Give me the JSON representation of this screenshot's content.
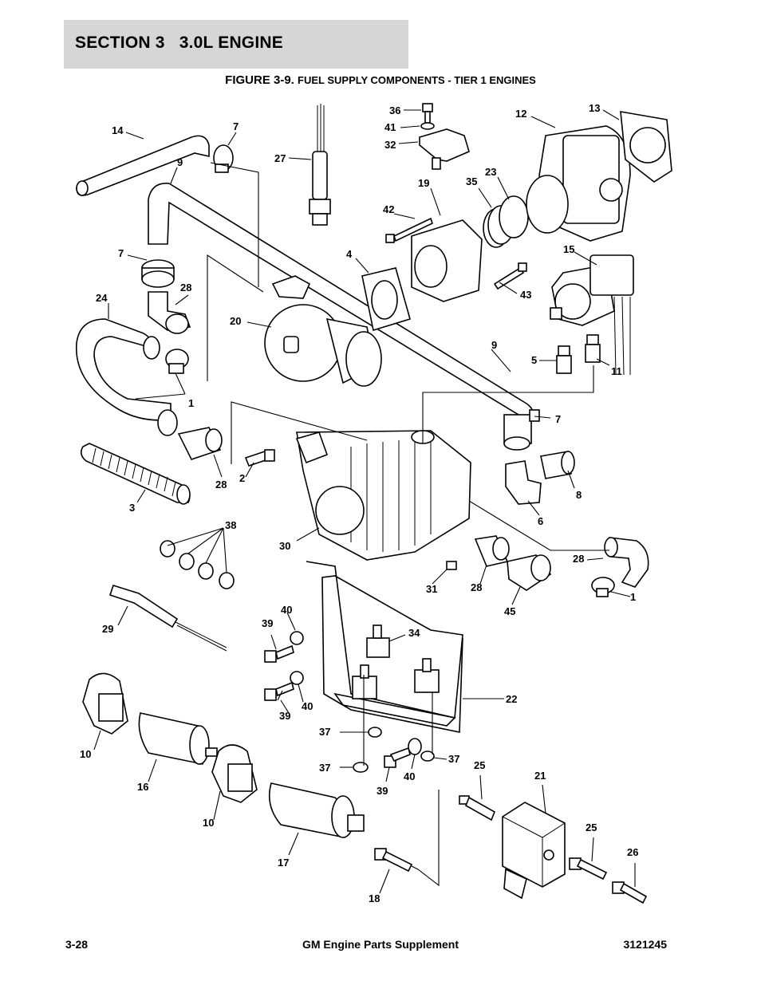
{
  "header": {
    "section_title": "SECTION 3   3.0L ENGINE",
    "figure_prefix": "FIGURE 3-9.",
    "figure_title": "FUEL SUPPLY COMPONENTS - TIER 1 ENGINES"
  },
  "callouts": [
    "36",
    "41",
    "32",
    "12",
    "13",
    "14",
    "7",
    "27",
    "9",
    "19",
    "35",
    "23",
    "42",
    "4",
    "15",
    "7",
    "28",
    "43",
    "24",
    "20",
    "9",
    "5",
    "11",
    "1",
    "7",
    "28",
    "2",
    "8",
    "3",
    "6",
    "38",
    "30",
    "28",
    "31",
    "28",
    "45",
    "1",
    "29",
    "40",
    "34",
    "39",
    "39",
    "40",
    "22",
    "39",
    "37",
    "10",
    "16",
    "37",
    "37",
    "40",
    "39",
    "25",
    "21",
    "10",
    "25",
    "17",
    "26",
    "18"
  ],
  "footer": {
    "page_number": "3-28",
    "manual_title": "GM Engine Parts Supplement",
    "manual_number": "3121245"
  }
}
